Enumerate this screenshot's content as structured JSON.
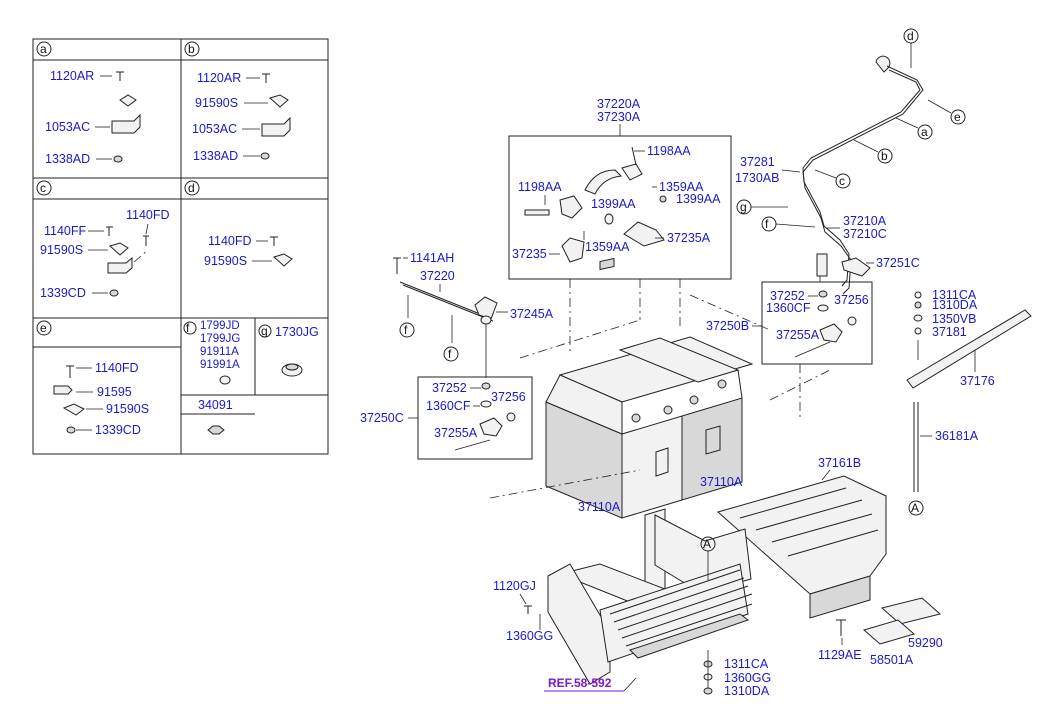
{
  "grid": {
    "a": {
      "letter": "a",
      "labels": [
        "1120AR",
        "1053AC",
        "1338AD"
      ]
    },
    "b": {
      "letter": "b",
      "labels": [
        "1120AR",
        "91590S",
        "1053AC",
        "1338AD"
      ]
    },
    "c": {
      "letter": "c",
      "labels": [
        "1140FD",
        "1140FF",
        "91590S",
        "1339CD"
      ]
    },
    "d": {
      "letter": "d",
      "labels": [
        "1140FD",
        "91590S"
      ]
    },
    "e": {
      "letter": "e",
      "labels": [
        "1140FD",
        "91595",
        "91590S",
        "1339CD"
      ]
    },
    "f": {
      "letter": "f",
      "labels": [
        "1799JD",
        "1799JG",
        "91911A",
        "91991A"
      ]
    },
    "g": {
      "letter": "g",
      "labels": [
        "1730JG"
      ]
    },
    "nut": {
      "label": "34091"
    }
  },
  "top_clamp": {
    "labels": [
      "37220A",
      "37230A",
      "1198AA",
      "1198AA",
      "1359AA",
      "1399AA",
      "1399AA",
      "37235A",
      "37235",
      "1359AA"
    ]
  },
  "neg_cable": {
    "labels": [
      "1141AH",
      "37220",
      "37245A"
    ]
  },
  "left_terminal": {
    "labels": [
      "37252",
      "37256",
      "1360CF",
      "37250C",
      "37255A"
    ]
  },
  "right_terminal": {
    "labels": [
      "37252",
      "37256",
      "1360CF",
      "37250B",
      "37255A"
    ]
  },
  "pos_cable": {
    "labels": [
      "37281",
      "1730AB",
      "37210A",
      "37210C",
      "37251C"
    ]
  },
  "clamp_bar": {
    "labels": [
      "1311CA",
      "1310DA",
      "1350VB",
      "37181",
      "37176",
      "36181A"
    ]
  },
  "batteries": {
    "labels": [
      "37110A",
      "37110A"
    ]
  },
  "cover": {
    "labels": [
      "37161B",
      "1129AE",
      "59290",
      "58501A"
    ]
  },
  "tray": {
    "labels": [
      "1120GJ",
      "1360GG",
      "1311CA",
      "1360GG",
      "1310DA"
    ],
    "ref": "REF.58-592"
  },
  "callouts": {
    "a": "a",
    "b": "b",
    "c": "c",
    "d": "d",
    "e": "e",
    "f1": "f",
    "f2": "f",
    "f3": "f",
    "g": "g",
    "A1": "A",
    "A2": "A"
  }
}
